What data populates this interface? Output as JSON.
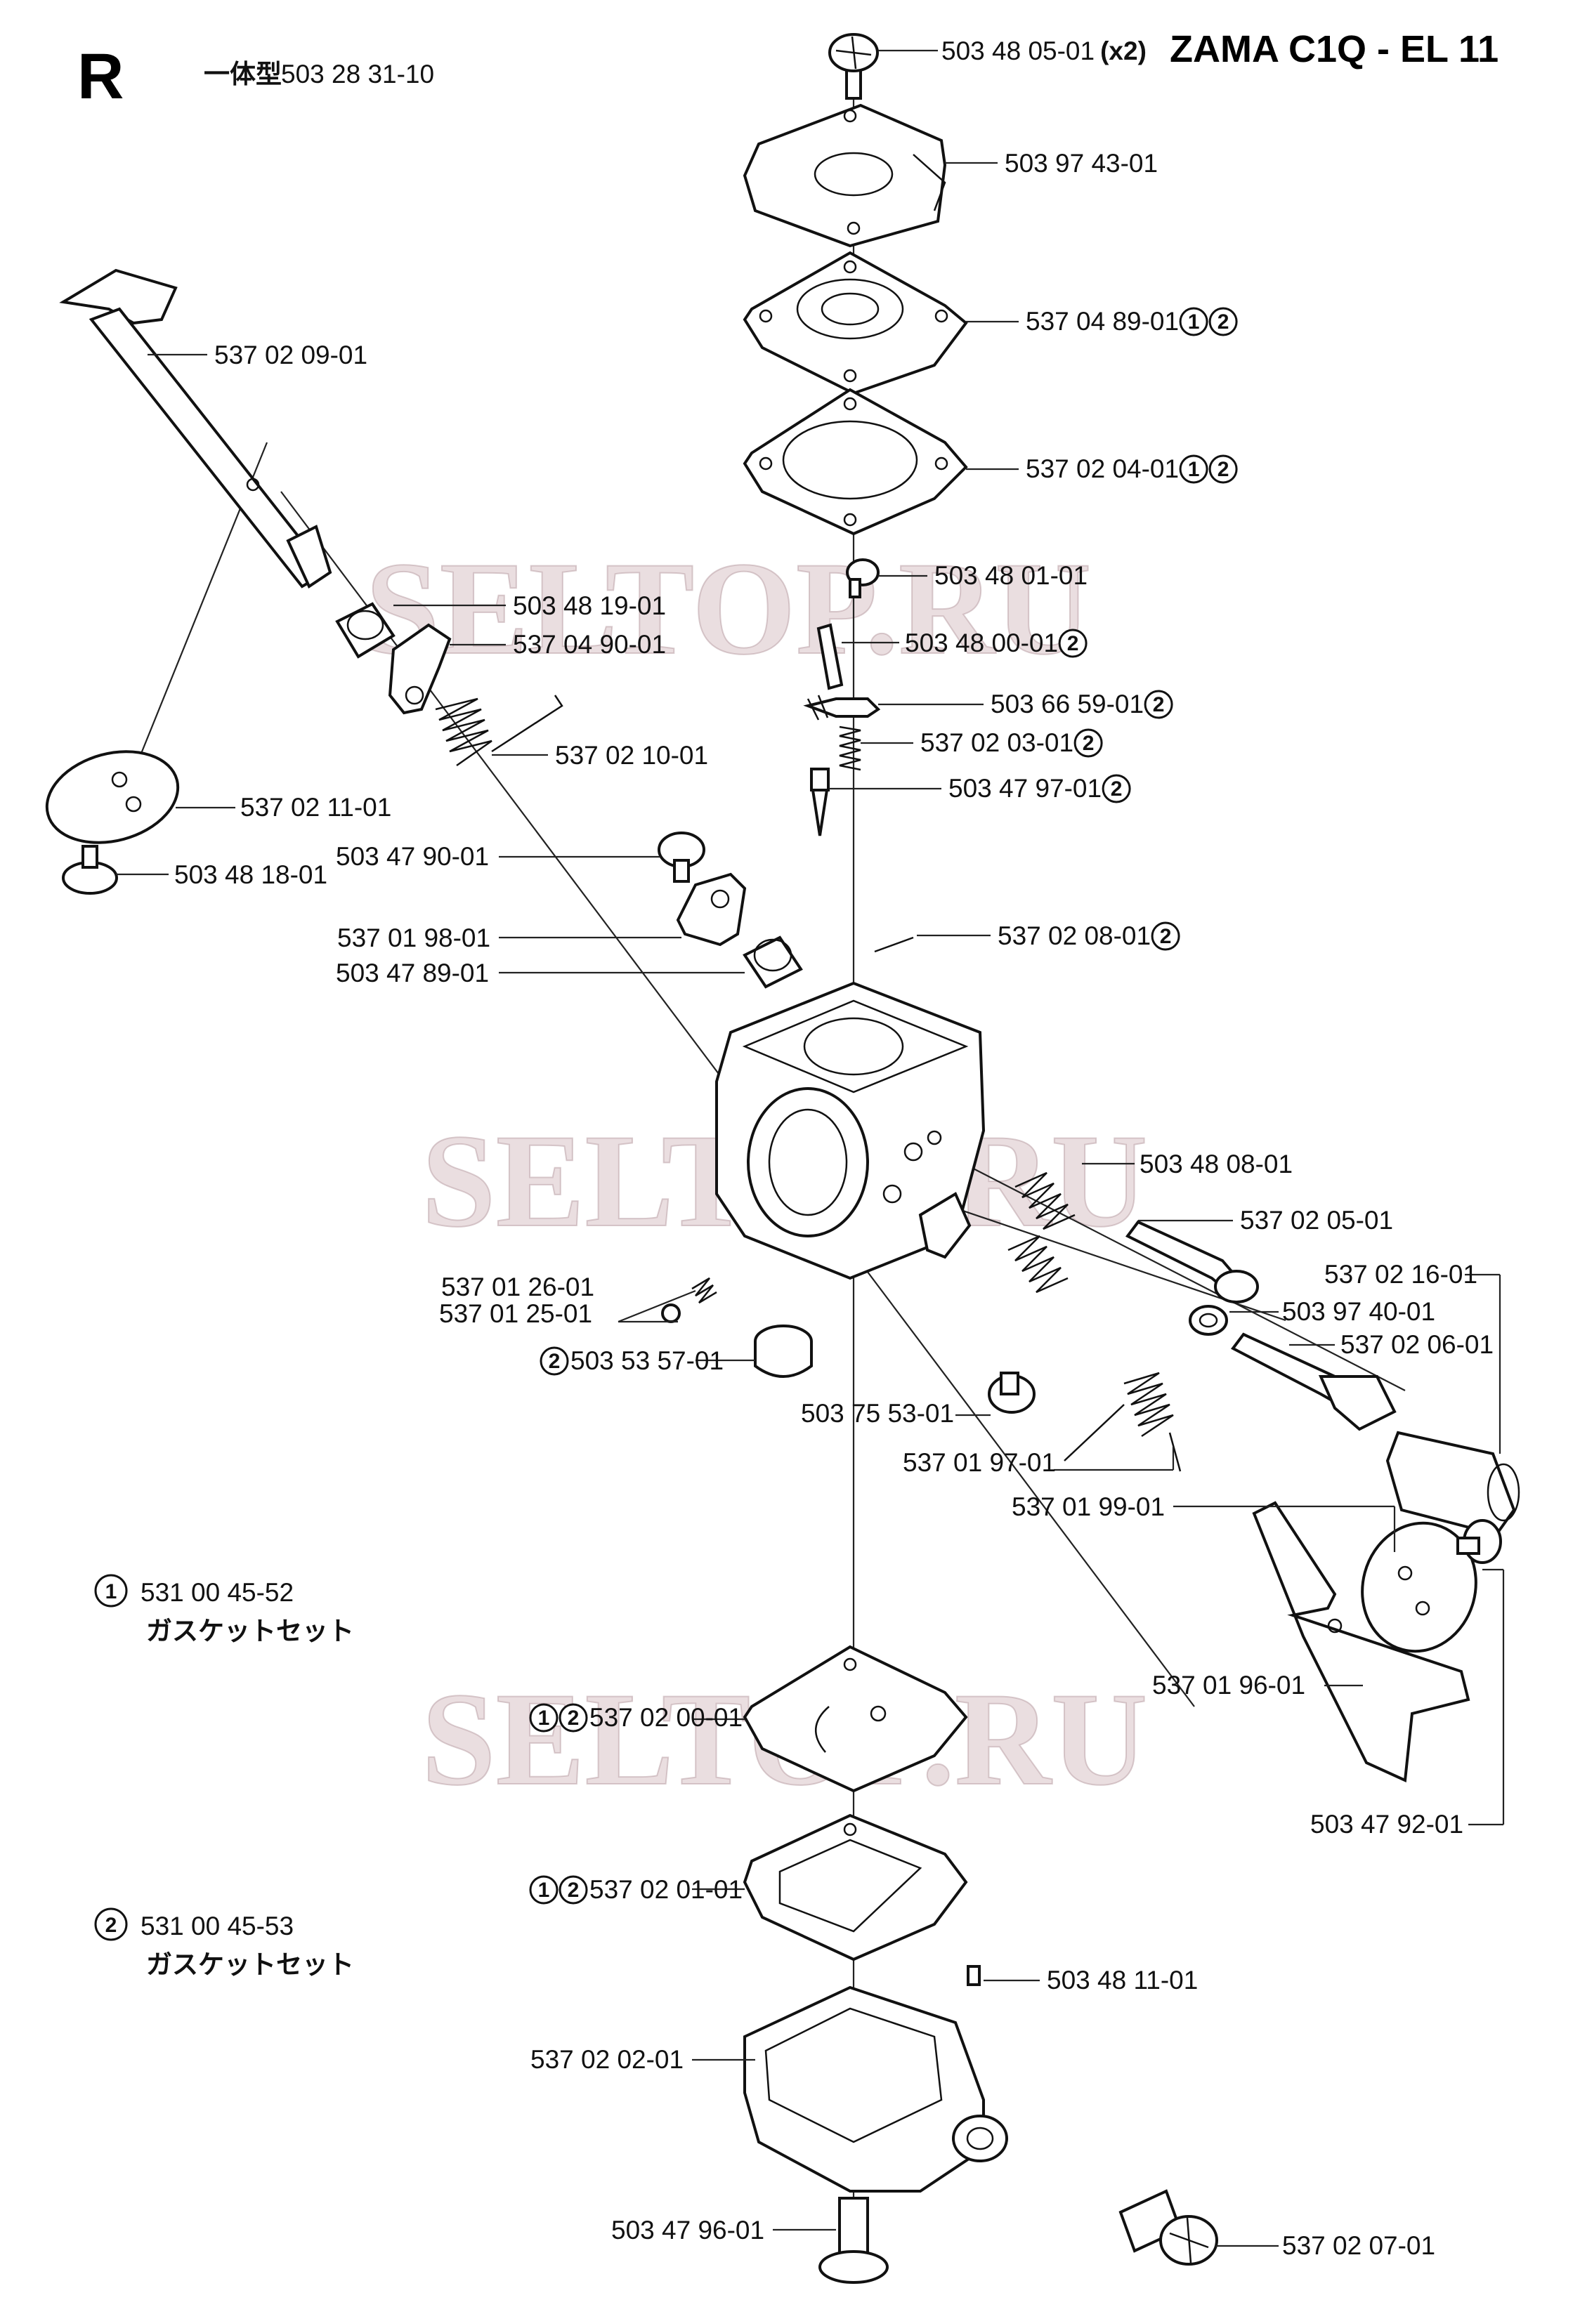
{
  "header": {
    "section_letter": "R",
    "assembly_label": "一体型",
    "assembly_number": "503 28 31-10",
    "title": "ZAMA C1Q - EL 11"
  },
  "watermark": "SELTOP.RU",
  "kits": [
    {
      "mark": "1",
      "number": "531 00 45-52",
      "name": "ガスケットセット"
    },
    {
      "mark": "2",
      "number": "531 00 45-53",
      "name": "ガスケットセット"
    }
  ],
  "parts": [
    {
      "number": "503 48 05-01",
      "suffix": "(x2)",
      "kits": []
    },
    {
      "number": "503 97 43-01",
      "kits": []
    },
    {
      "number": "537 04 89-01",
      "kits": [
        "1",
        "2"
      ]
    },
    {
      "number": "537 02 04-01",
      "kits": [
        "1",
        "2"
      ]
    },
    {
      "number": "503 48 01-01",
      "kits": []
    },
    {
      "number": "503 48 00-01",
      "kits": [
        "2"
      ]
    },
    {
      "number": "503 66 59-01",
      "kits": [
        "2"
      ]
    },
    {
      "number": "537 02 03-01",
      "kits": [
        "2"
      ]
    },
    {
      "number": "503 47 97-01",
      "kits": [
        "2"
      ]
    },
    {
      "number": "537 02 08-01",
      "kits": [
        "2"
      ]
    },
    {
      "number": "537 02 09-01",
      "kits": []
    },
    {
      "number": "503 48 19-01",
      "kits": []
    },
    {
      "number": "537 04 90-01",
      "kits": []
    },
    {
      "number": "537 02 10-01",
      "kits": []
    },
    {
      "number": "537 02 11-01",
      "kits": []
    },
    {
      "number": "503 48 18-01",
      "kits": []
    },
    {
      "number": "503 47 90-01",
      "kits": []
    },
    {
      "number": "537 01 98-01",
      "kits": []
    },
    {
      "number": "503 47 89-01",
      "kits": []
    },
    {
      "number": "503 48 08-01",
      "kits": []
    },
    {
      "number": "537 02 05-01",
      "kits": []
    },
    {
      "number": "537 02 16-01",
      "kits": []
    },
    {
      "number": "503 97 40-01",
      "kits": []
    },
    {
      "number": "537 02 06-01",
      "kits": []
    },
    {
      "number": "537 01 26-01",
      "kits": []
    },
    {
      "number": "537 01 25-01",
      "kits": []
    },
    {
      "number": "503 53 57-01",
      "kits": [
        "2"
      ],
      "marks_before": true
    },
    {
      "number": "503 75 53-01",
      "kits": []
    },
    {
      "number": "537 01 97-01",
      "kits": []
    },
    {
      "number": "537 01 99-01",
      "kits": []
    },
    {
      "number": "537 01 96-01",
      "kits": []
    },
    {
      "number": "503 47 92-01",
      "kits": []
    },
    {
      "number": "537 02 00-01",
      "kits": [
        "1",
        "2"
      ],
      "marks_before": true
    },
    {
      "number": "537 02 01-01",
      "kits": [
        "1",
        "2"
      ],
      "marks_before": true
    },
    {
      "number": "503 48 11-01",
      "kits": []
    },
    {
      "number": "537 02 02-01",
      "kits": []
    },
    {
      "number": "503 47 96-01",
      "kits": []
    },
    {
      "number": "537 02 07-01",
      "kits": []
    }
  ]
}
